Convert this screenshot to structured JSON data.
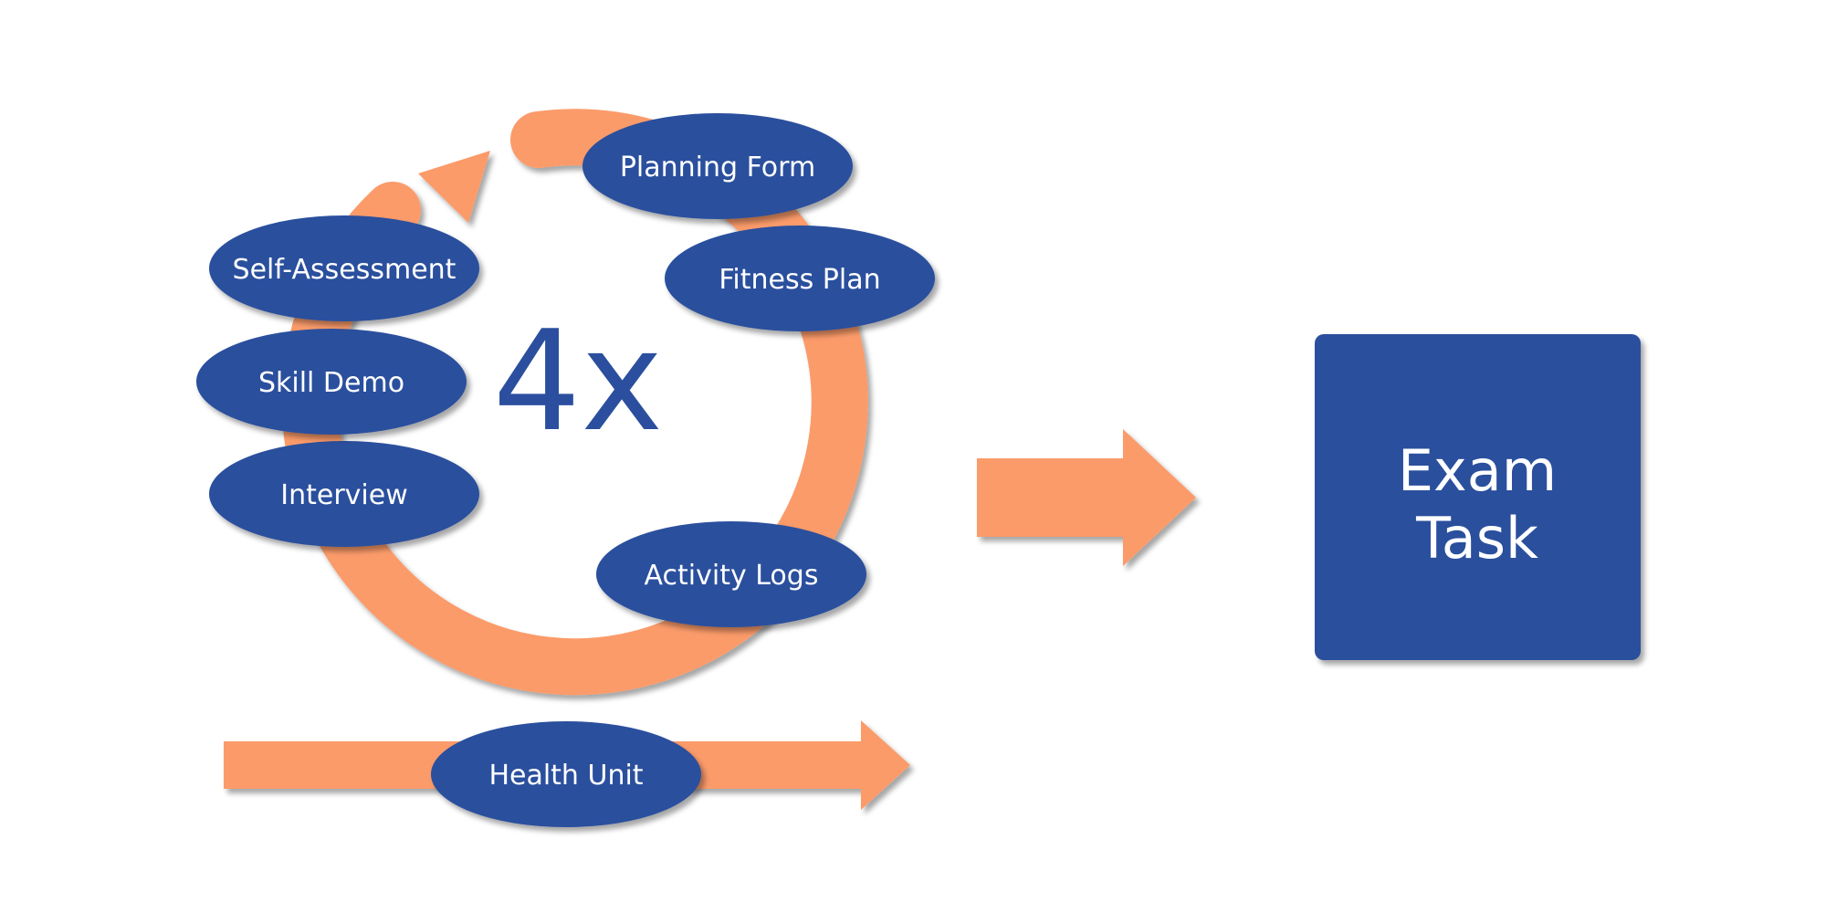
{
  "colors": {
    "arrow": "#fb9b6b",
    "node": "#2a4f9d",
    "text_on_node": "#ffffff",
    "background": "#ffffff"
  },
  "cycle": {
    "repeat_label": "4x",
    "nodes": [
      {
        "label": "Planning Form"
      },
      {
        "label": "Fitness Plan"
      },
      {
        "label": "Activity Logs"
      },
      {
        "label": "Interview"
      },
      {
        "label": "Skill Demo"
      },
      {
        "label": "Self-Assessment"
      }
    ]
  },
  "timeline": {
    "node_label": "Health Unit"
  },
  "result": {
    "line1": "Exam",
    "line2": "Task"
  },
  "icons": {
    "cycle_arrow": "circular-arrow-icon",
    "flow_arrow": "right-arrow-icon",
    "timeline_arrow": "right-arrow-icon"
  }
}
